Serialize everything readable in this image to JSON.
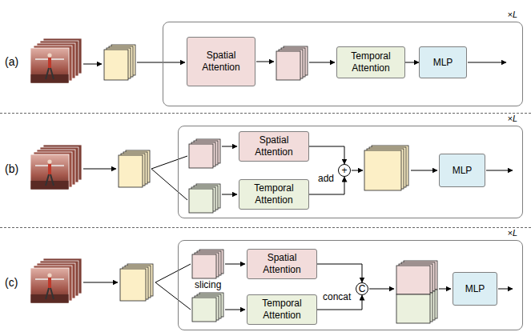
{
  "diagram": {
    "nodes": [
      {
        "text": [
          "×L"
        ]
      },
      {
        "text": [
          "Spatial Attention"
        ],
        "in": 0
      },
      {
        "text": [
          "Temporal Attention"
        ],
        "in": 0
      },
      {
        "text": [
          "MLP"
        ],
        "in": 0
      },
      {
        "text": [
          "×L"
        ]
      },
      {
        "text": [
          "Spatial Attention"
        ],
        "in": 4
      },
      {
        "text": [
          "Temporal Attention"
        ],
        "in": 4
      },
      {
        "text": [
          "+",
          "add"
        ],
        "in": 4
      },
      {
        "text": [
          "MLP"
        ],
        "in": 4
      },
      {
        "text": [
          "×L"
        ]
      },
      {
        "text": [
          "Spatial Attention"
        ],
        "in": 9
      },
      {
        "text": [
          "Temporal Attention"
        ],
        "in": 9
      },
      {
        "text": [
          "C",
          "concat"
        ],
        "in": 9
      },
      {
        "text": [
          "MLP"
        ],
        "in": 9
      }
    ],
    "edges": [
      {
        "from": 2,
        "to": 3,
        "arrow": "to"
      },
      {
        "from": 5,
        "to": 7,
        "arrow": "to"
      },
      {
        "from": 6,
        "to": 7,
        "arrow": "to"
      },
      {
        "from": 10,
        "to": 12,
        "arrow": "to"
      },
      {
        "from": 11,
        "to": 12,
        "arrow": "to"
      }
    ],
    "labels": [
      "(a)",
      "(b)",
      "(c)",
      "slicing"
    ]
  }
}
